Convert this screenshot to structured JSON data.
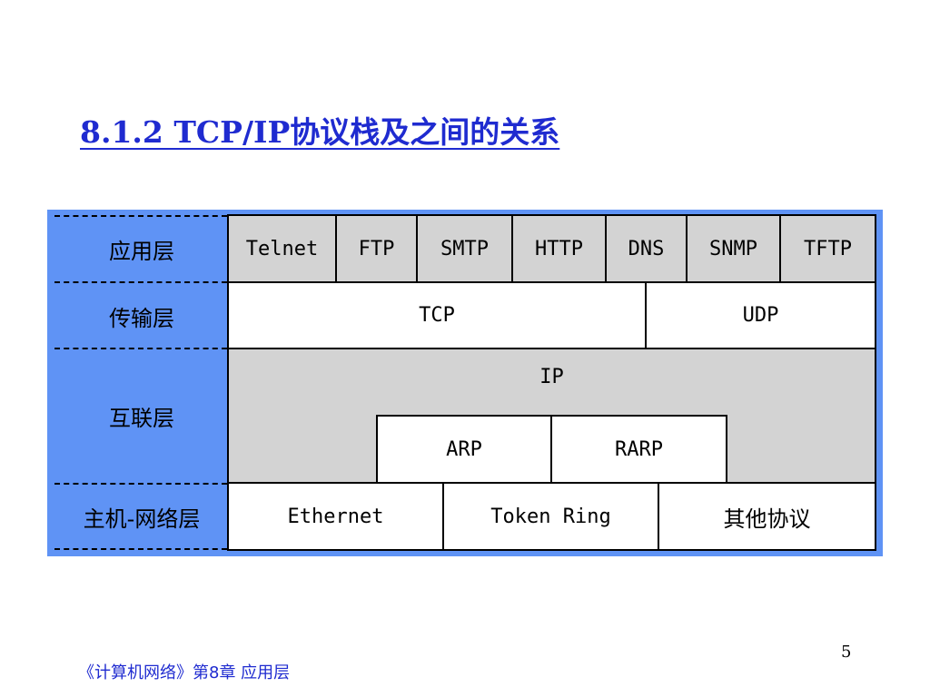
{
  "title": "8.1.2  TCP/IP协议栈及之间的关系",
  "layers": {
    "application": "应用层",
    "transport": "传输层",
    "internet": "互联层",
    "host_network": "主机-网络层"
  },
  "application_protocols": [
    "Telnet",
    "FTP",
    "SMTP",
    "HTTP",
    "DNS",
    "SNMP",
    "TFTP"
  ],
  "transport_protocols": [
    "TCP",
    "UDP"
  ],
  "internet_protocols": {
    "ip": "IP",
    "arp": "ARP",
    "rarp": "RARP"
  },
  "link_protocols": [
    "Ethernet",
    "Token Ring",
    "其他协议"
  ],
  "footer": "《计算机网络》第8章  应用层",
  "page_number": "5",
  "colors": {
    "title": "#1f2bd0",
    "label_background": "#5f93f5",
    "protocol_gray": "#d3d3d3",
    "protocol_white": "#ffffff"
  }
}
